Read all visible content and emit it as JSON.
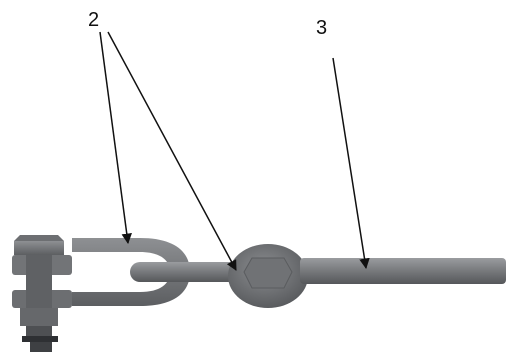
{
  "diagram": {
    "callouts": [
      {
        "id": "part-2",
        "label": "2"
      },
      {
        "id": "part-3",
        "label": "3"
      }
    ],
    "colors": {
      "metal": "#76787b",
      "metal_dark": "#595b5e",
      "metal_light": "#9a9c9f",
      "leader_line": "#111111"
    }
  }
}
